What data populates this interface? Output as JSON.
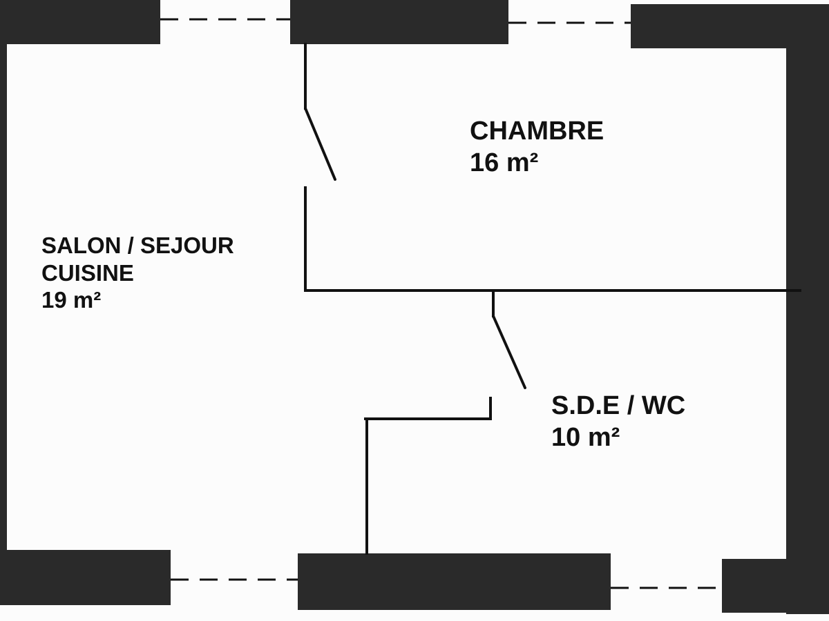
{
  "colors": {
    "wall": "#2a2a2a",
    "partition": "#111111",
    "background": "#fcfcfc"
  },
  "rooms": {
    "salon": {
      "line1": "SALON / SEJOUR",
      "line2": "CUISINE",
      "area": "19 m²"
    },
    "chambre": {
      "name": "CHAMBRE",
      "area": "16 m²"
    },
    "sde": {
      "name": "S.D.E / WC",
      "area": "10 m²"
    }
  }
}
